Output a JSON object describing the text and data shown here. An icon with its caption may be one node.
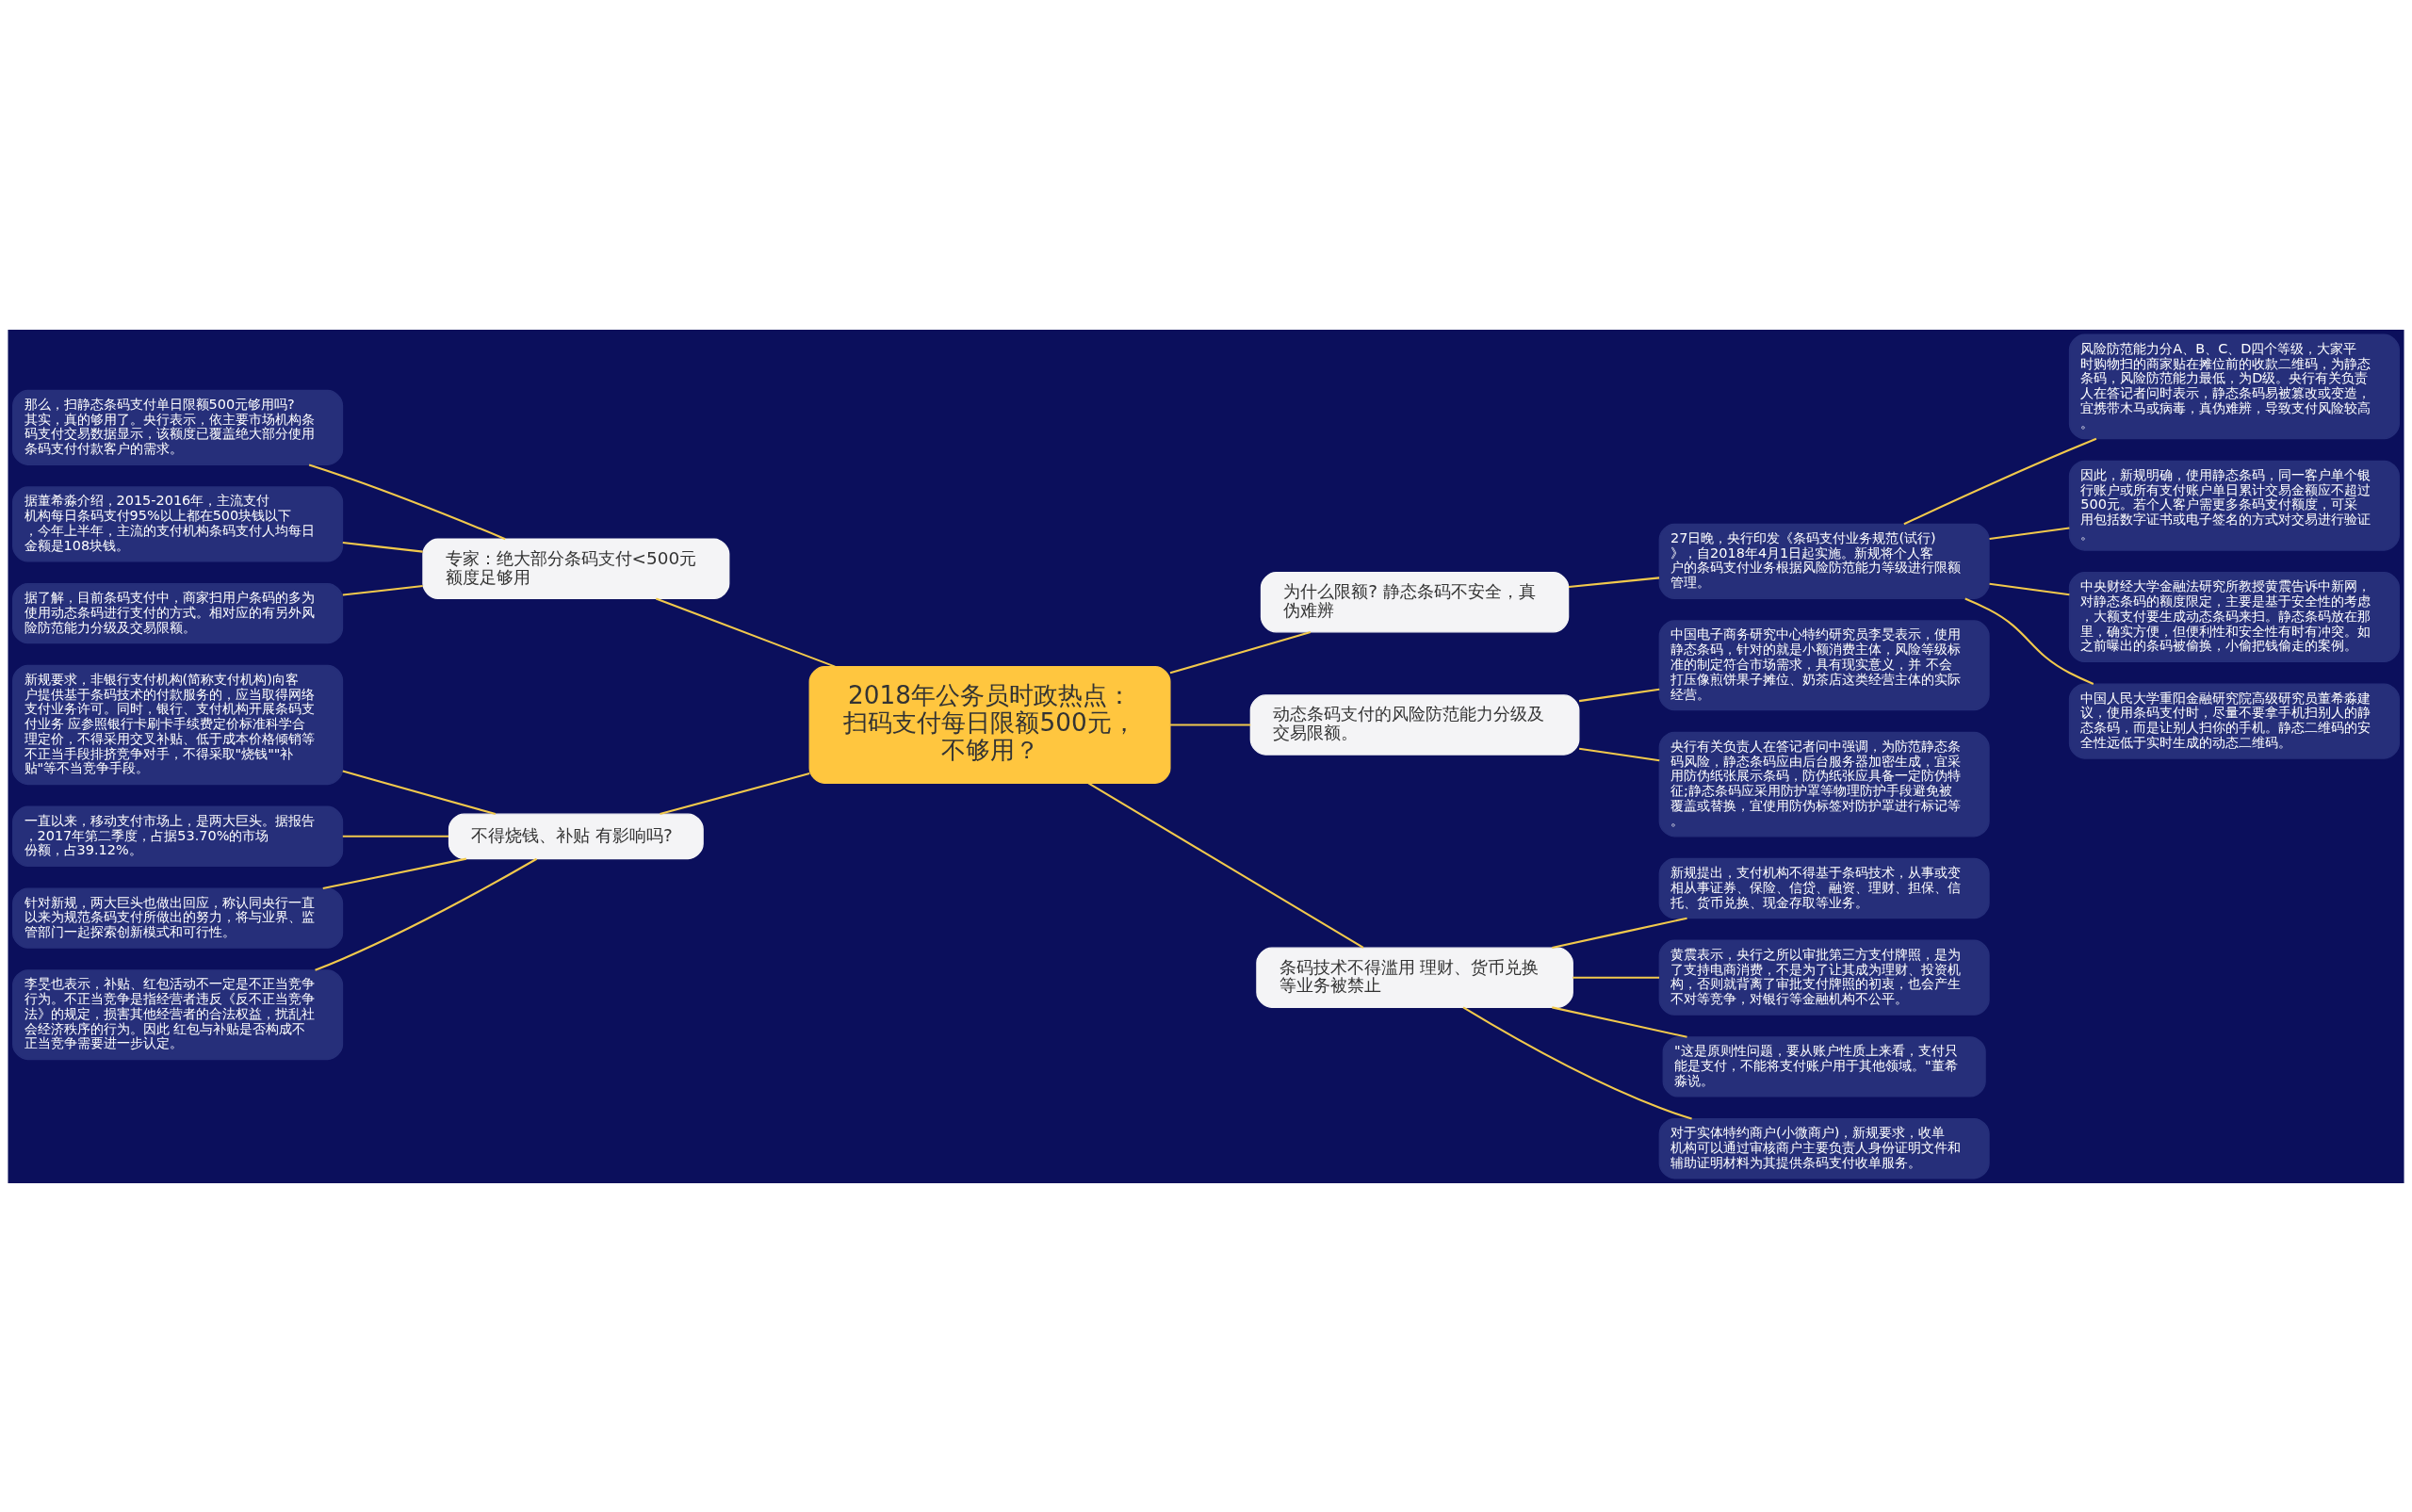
{
  "diagram": {
    "nodes": [
      {
        "text": [
          "2018年公务员时政热点：扫码支付每日限额500元，不够用？"
        ]
      },
      {
        "text": [
          "为什么限额? 静态条码不安全，真伪难辨"
        ]
      },
      {
        "text": [
          "27日晚，央行印发《条码支付业务规范(试行)》，自2018年4月1日起实施。新规将个人客户的条码支付业务根据风险防范能力等级进行限额管理。"
        ]
      },
      {
        "text": [
          "风险防范能力分A、B、C、D四个等级，大家平时购物扫的商家贴在摊位前的收款二维码，为静态条码，风险防范能力最低，为D级。央行有关负责人在答记者问时表示，静态条码易被篡改或变造，宜携带木马或病毒，真伪难辨，导致支付风险较高。"
        ]
      },
      {
        "text": [
          "因此，新规明确，使用静态条码，同一客户单个银行账户或所有支付账户单日累计交易金额应不超过500元。若个人客户需更多条码支付额度，可采用包括数字证书或电子签名的方式对交易进行验证。"
        ]
      },
      {
        "text": [
          "中央财经大学金融法研究所教授黄震告诉中新网，对静态条码的额度限定，主要是基于安全性的考虑，大额支付要生成动态条码来扫。静态条码放在那里，确实方便，但便利性和安全性有时有冲突。如之前曝出的条码被偷换，小偷把钱偷走的案例。"
        ]
      },
      {
        "text": [
          "中国人民大学重阳金融研究院高级研究员董希淼建议，使用条码支付时，尽量不要拿手机扫别人的静态条码，而是让别人扫你的手机。静态二维码的安全性远低于实时生成的动态二维码。"
        ]
      },
      {
        "text": [
          "动态条码支付的风险防范能力分级及交易限额。"
        ]
      },
      {
        "text": [
          "中国电子商务研究中心特约研究员李旻表示，使用静态条码，针对的就是小额消费主体，风险等级标准的制定符合市场需求，具有现实意义，并 不会打压像煎饼果子摊位、奶茶店这类经营主体的实际经营。"
        ]
      },
      {
        "text": [
          "央行有关负责人在答记者问中强调，为防范静态条码风险，静态条码应由后台服务器加密生成，宜采用防伪纸张展示条码，防伪纸张应具备一定防伪特征;静态条码应采用防护罩等物理防护手段避免被覆盖或替换，宜使用防伪标签对防护罩进行标记等。"
        ]
      },
      {
        "text": [
          "条码技术不得滥用 理财、货币兑换等业务被禁止"
        ]
      },
      {
        "text": [
          "新规提出，支付机构不得基于条码技术，从事或变相从事证券、保险、信贷、融资、理财、担保、信托、货币兑换、现金存取等业务。"
        ]
      },
      {
        "text": [
          "黄震表示，央行之所以审批第三方支付牌照，是为了支持电商消费，不是为了让其成为理财、投资机构，否则就背离了审批支付牌照的初衷，也会产生不对等竞争，对银行等金融机构不公平。"
        ]
      },
      {
        "text": [
          "\"这是原则性问题，要从账户性质上来看，支付只能是支付，不能将支付账户用于其他领域。\"董希淼说。"
        ]
      },
      {
        "text": [
          "对于实体特约商户(小微商户)，新规要求，收单机构可以通过审核商户主要负责人身份证明文件和辅助证明材料为其提供条码支付收单服务。"
        ]
      },
      {
        "text": [
          "专家：绝大部分条码支付<500元额度足够用"
        ]
      },
      {
        "text": [
          "那么，扫静态条码支付单日限额500元够用吗?其实，真的够用了。央行表示，依主要市场机构条码支付交易数据显示，该额度已覆盖绝大部分使用条码支付付款客户的需求。"
        ]
      },
      {
        "text": [
          "据董希淼介绍，2015-2016年，主流支付机构每日条码支付95%以上都在500块钱以下，今年上半年，主流的支付机构条码支付人均每日金额是108块钱。"
        ]
      },
      {
        "text": [
          "据了解，目前条码支付中，商家扫用户条码的多为使用动态条码进行支付的方式。相对应的有另外风险防范能力分级及交易限额。"
        ]
      },
      {
        "text": [
          "不得烧钱、补贴 有影响吗?"
        ]
      },
      {
        "text": [
          "新规要求，非银行支付机构(简称支付机构)向客户提供基于条码技术的付款服务的，应当取得网络支付业务许可。同时，银行、支付机构开展条码支付业务 应参照银行卡刷卡手续费定价标准科学合理定价，不得采用交叉补贴、低于成本价格倾销等不正当手段排挤竞争对手，不得采取\"烧钱\"\"补贴\"等不当竞争手段。"
        ]
      },
      {
        "text": [
          "一直以来，移动支付市场上，是两大巨头。据报告，2017年第二季度，占据53.70%的市场份额，占39.12%。"
        ]
      },
      {
        "text": [
          "针对新规，两大巨头也做出回应，称认同央行一直以来为规范条码支付所做出的努力，将与业界、监管部门一起探索创新模式和可行性。"
        ]
      },
      {
        "text": [
          "李旻也表示，补贴、红包活动不一定是不正当竞争行为。不正当竞争是指经营者违反《反不正当竞争法》的规定，损害其他经营者的合法权益，扰乱社会经济秩序的行为。因此 红包与补贴是否构成不正当竞争需要进一步认定。"
        ]
      }
    ],
    "edges": [
      {
        "from": 0,
        "to": 1,
        "arrow": "none"
      },
      {
        "from": 1,
        "to": 2,
        "arrow": "none"
      },
      {
        "from": 2,
        "to": 3,
        "arrow": "none"
      },
      {
        "from": 2,
        "to": 4,
        "arrow": "none"
      },
      {
        "from": 2,
        "to": 5,
        "arrow": "none"
      },
      {
        "from": 2,
        "to": 6,
        "arrow": "none"
      },
      {
        "from": 0,
        "to": 7,
        "arrow": "none"
      },
      {
        "from": 7,
        "to": 8,
        "arrow": "none"
      },
      {
        "from": 7,
        "to": 9,
        "arrow": "none"
      },
      {
        "from": 0,
        "to": 10,
        "arrow": "none"
      },
      {
        "from": 10,
        "to": 11,
        "arrow": "none"
      },
      {
        "from": 10,
        "to": 12,
        "arrow": "none"
      },
      {
        "from": 10,
        "to": 13,
        "arrow": "none"
      },
      {
        "from": 10,
        "to": 14,
        "arrow": "none"
      },
      {
        "from": 0,
        "to": 15,
        "arrow": "none"
      },
      {
        "from": 15,
        "to": 16,
        "arrow": "none"
      },
      {
        "from": 15,
        "to": 17,
        "arrow": "none"
      },
      {
        "from": 15,
        "to": 18,
        "arrow": "none"
      },
      {
        "from": 0,
        "to": 19,
        "arrow": "none"
      },
      {
        "from": 19,
        "to": 20,
        "arrow": "none"
      },
      {
        "from": 19,
        "to": 21,
        "arrow": "none"
      },
      {
        "from": 19,
        "to": 22,
        "arrow": "none"
      },
      {
        "from": 19,
        "to": 23,
        "arrow": "none"
      }
    ]
  }
}
